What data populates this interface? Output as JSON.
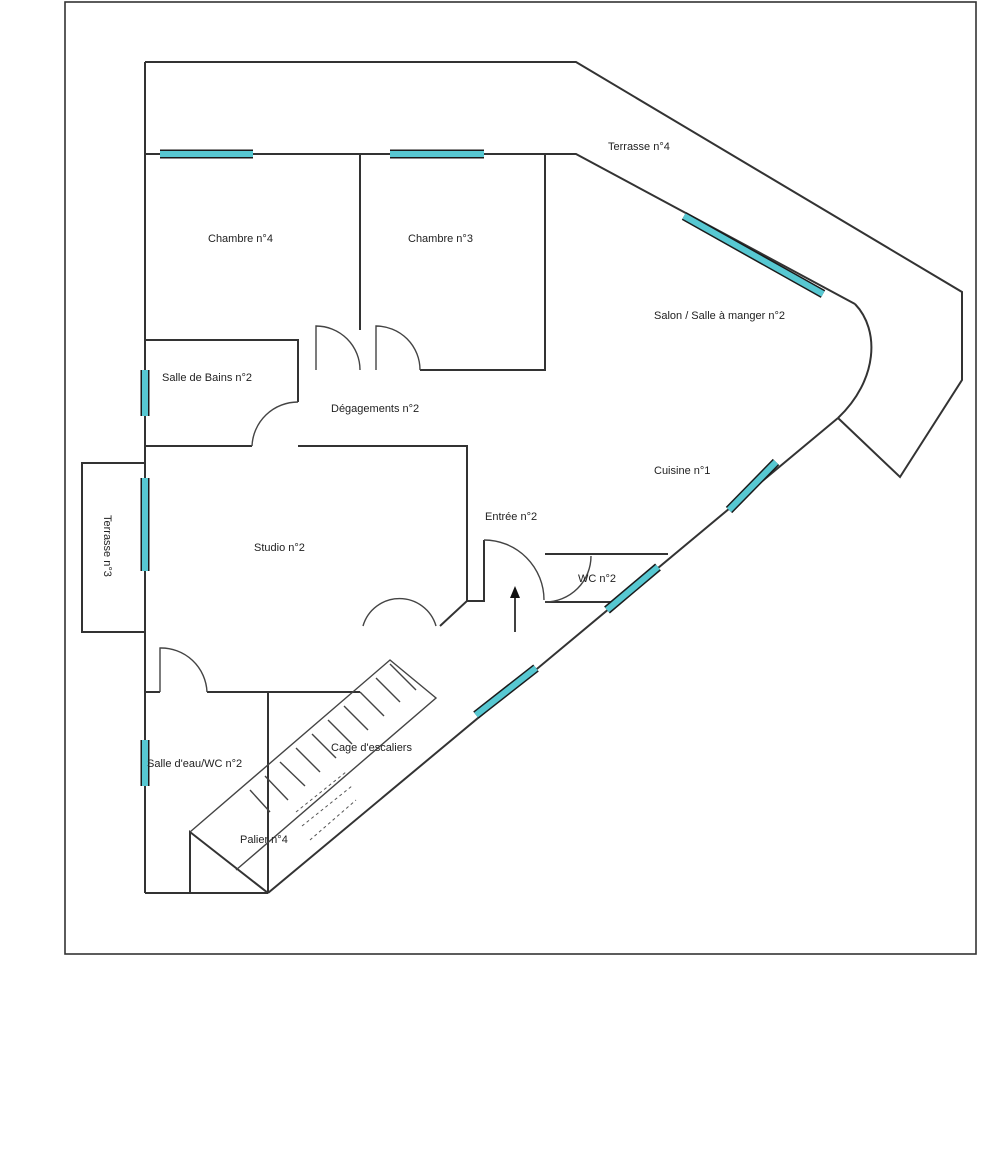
{
  "colors": {
    "walls": "#333333",
    "window": "#57c8d2",
    "background": "#ffffff"
  },
  "rooms": {
    "terrasse4": "Terrasse n°4",
    "chambre4": "Chambre n°4",
    "chambre3": "Chambre n°3",
    "salon": "Salon / Salle à manger n°2",
    "bains": "Salle de Bains n°2",
    "degagements": "Dégagements n°2",
    "cuisine": "Cuisine n°1",
    "entree": "Entrée n°2",
    "terrasse3": "Terrasse n°3",
    "studio": "Studio n°2",
    "wc": "WC n°2",
    "eau": "Salle d'eau/WC n°2",
    "escaliers": "Cage d'escaliers",
    "palier": "Palier n°4"
  },
  "symbols": {
    "window": "window-symbol",
    "door": "door-swing-symbol",
    "entry_arrow": "arrow-up-icon"
  }
}
